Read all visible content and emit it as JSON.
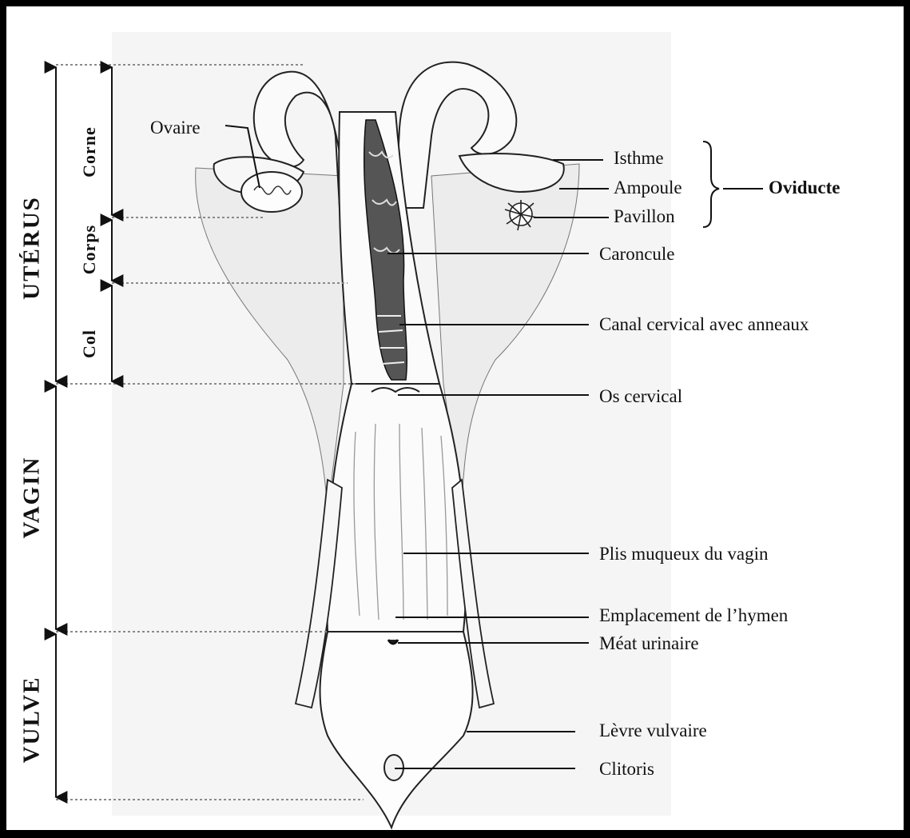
{
  "sections": {
    "uterus": "UTÉRUS",
    "vagina": "VAGIN",
    "vulva": "VULVE"
  },
  "uterus_parts": {
    "horn": "Corne",
    "body": "Corps",
    "cervix": "Col"
  },
  "labels": {
    "ovary": "Ovaire",
    "isthmus": "Isthme",
    "ampulla": "Ampoule",
    "infundibulum": "Pavillon",
    "oviduct": "Oviducte",
    "caruncle": "Caroncule",
    "cervical_canal": "Canal cervical avec anneaux",
    "cervical_os": "Os cervical",
    "vaginal_folds": "Plis muqueux du vagin",
    "hymen_site": "Emplacement de l’hymen",
    "urinary_meatus": "Méat urinaire",
    "vulvar_lip": "Lèvre vulvaire",
    "clitoris": "Clitoris"
  },
  "colors": {
    "ink": "#111111",
    "shading": "#f3f3f3",
    "dotted_guide": "#8a8a8a"
  }
}
